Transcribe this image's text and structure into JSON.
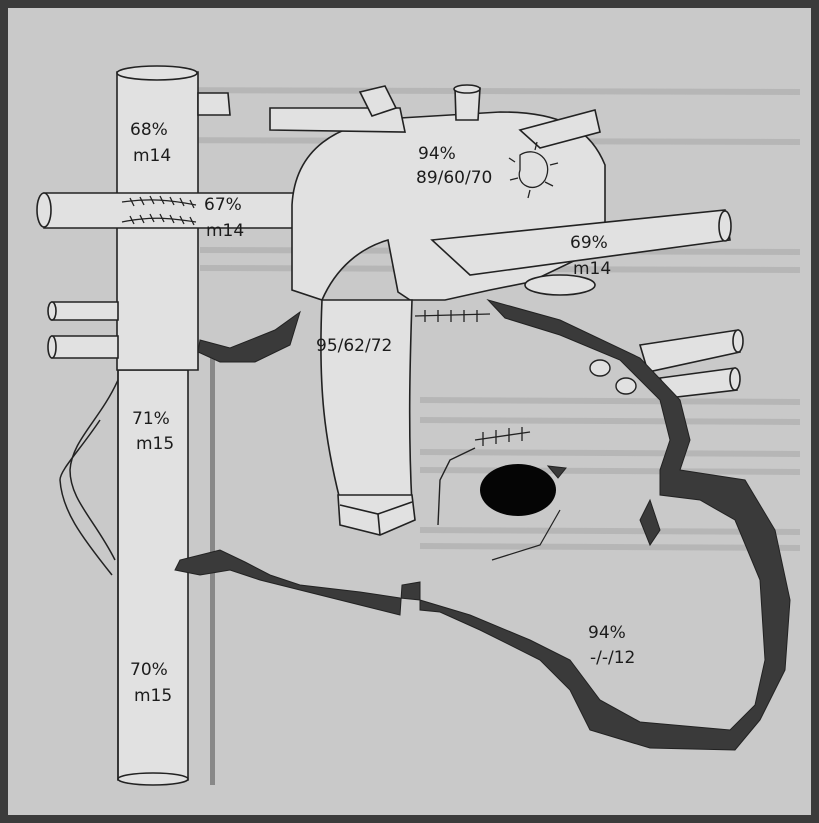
{
  "labels": {
    "svc_sat": "68%",
    "svc_pressure": "m14",
    "innominate_sat": "67%",
    "innominate_pressure": "m14",
    "aorta_sat": "94%",
    "aorta_pressure": "89/60/70",
    "lpa_sat": "69%",
    "lpa_pressure": "m14",
    "neoaorta_pressure": "95/62/72",
    "ivc_upper_sat": "71%",
    "ivc_upper_pressure": "m15",
    "ivc_lower_sat": "70%",
    "ivc_lower_pressure": "m15",
    "ventricle_sat": "94%",
    "ventricle_pressure": "-/-/12"
  },
  "colors": {
    "background": "#c9c9c9",
    "vessel_fill": "#e1e1e1",
    "outline": "#222222",
    "chamber_wall": "#3a3a3a",
    "frame": "#3b3b3b"
  }
}
